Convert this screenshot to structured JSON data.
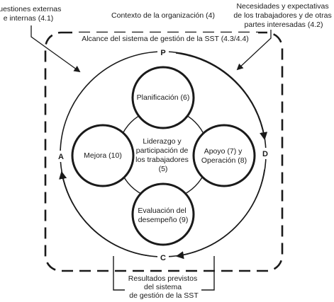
{
  "top_left_note": [
    "Cuestiones externas",
    "e internas (4.1)"
  ],
  "context_title": "Contexto de la organización (4)",
  "top_right_note": [
    "Necesidades y expectativas",
    "de los trabajadores y de otras",
    "partes interesadas (4.2)"
  ],
  "scope_title": "Alcance del sistema de gestión de la SST (4.3/4.4)",
  "pdca": {
    "plan": "P",
    "do": "D",
    "check": "C",
    "act": "A"
  },
  "center": [
    "Liderazgo y",
    "participación de",
    "los trabajadores",
    "(5)"
  ],
  "planning": "Planificación (6)",
  "improvement": "Mejora (10)",
  "support": [
    "Apoyo (7) y",
    "Operación (8)"
  ],
  "evaluation": [
    "Evaluación del",
    "desempeño (9)"
  ],
  "outcomes": [
    "Resultados previstos",
    "del sistema",
    "de gestión de la SST"
  ],
  "colors": {
    "stroke": "#1a1a1a",
    "background": "#ffffff"
  }
}
